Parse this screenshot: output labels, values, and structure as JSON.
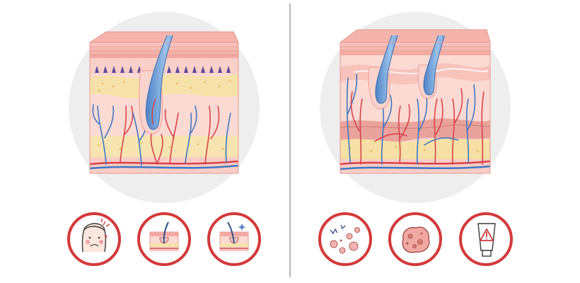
{
  "colors": {
    "background": "#ffffff",
    "backdrop_circle": "#eeeeee",
    "divider": "#8a8a8a",
    "icon_ring": "#d33a3a",
    "artery_red": "#d8434a",
    "vein_blue": "#3d78c2",
    "hair_blue": "#6f9fd4",
    "epidermis_pink": "#f5b6ae",
    "fat_yellow": "#f6e2a8",
    "dermis_pink": "#fbd9d2"
  },
  "left_panel": {
    "diagram": "healthy-skin-cross-section",
    "hair_count": 1,
    "icons": [
      "irritated-face-icon",
      "hair-follicle-section-icon",
      "sparkle-follicle-section-icon"
    ]
  },
  "right_panel": {
    "diagram": "damaged-skin-cross-section",
    "hair_count": 2,
    "icons": [
      "bacteria-cluster-icon",
      "inflamed-cell-icon",
      "cream-tube-warning-icon"
    ]
  }
}
